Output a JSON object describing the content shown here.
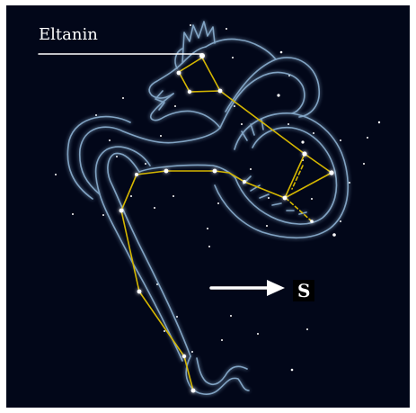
{
  "star_label": "Eltanin",
  "direction_label": "S",
  "icons": [
    "dragon-outline",
    "arrow-right-icon"
  ],
  "colors": {
    "background": "#020719",
    "constellation_lines": "#d4b600",
    "dragon_outline": "#8fb4d6",
    "stars": "#ffffff"
  }
}
